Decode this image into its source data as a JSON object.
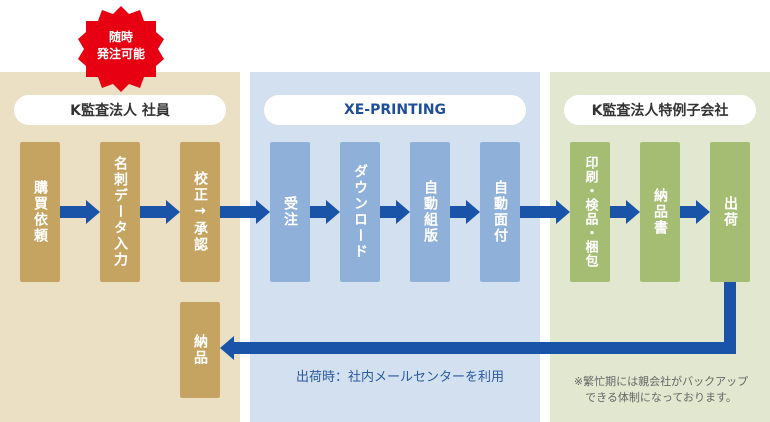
{
  "badge": {
    "lines": [
      "随時",
      "発注可能"
    ],
    "color": "#e60012"
  },
  "sections": [
    {
      "id": "employee",
      "title": "K監査法人  社員",
      "bg": "#ece0c4",
      "steps": [
        "購買依頼",
        "名刺データ入力",
        "校正→承認",
        "納品"
      ]
    },
    {
      "id": "printing",
      "title": "XE-PRINTING",
      "bg": "#d3e0f0",
      "steps": [
        "受注",
        "ダウンロード",
        "自動組版",
        "自動面付"
      ]
    },
    {
      "id": "subsidiary",
      "title": "K監査法人特例子会社",
      "bg": "#e2e8cf",
      "steps": [
        "印刷・検品・梱包",
        "納品書",
        "出荷"
      ]
    }
  ],
  "shipping_caption": "出荷時：社内メールセンターを利用",
  "note_lines": [
    "※繁忙期には親会社がバックアップ",
    "できる体制になっております。"
  ],
  "colors": {
    "arrow": "#1a54a8",
    "tan": "#c5a462",
    "blue": "#8fb1d9",
    "green": "#a4bd73"
  }
}
